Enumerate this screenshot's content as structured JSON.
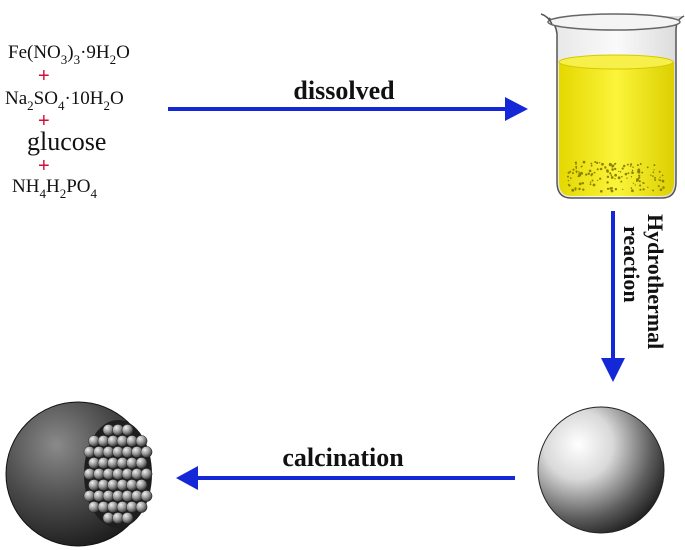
{
  "reagents": [
    {
      "parts": [
        [
          "Fe(NO",
          "n"
        ],
        [
          "3",
          "sub"
        ],
        [
          ")",
          "n"
        ],
        [
          "3",
          "sub"
        ],
        [
          "·9H",
          "n"
        ],
        [
          "2",
          "sub"
        ],
        [
          "O",
          "n"
        ]
      ]
    },
    {
      "parts": [
        [
          "Na",
          "n"
        ],
        [
          "2",
          "sub"
        ],
        [
          "SO",
          "n"
        ],
        [
          "4",
          "sub"
        ],
        [
          "·10H",
          "n"
        ],
        [
          "2",
          "sub"
        ],
        [
          "O",
          "n"
        ]
      ]
    },
    {
      "parts": [
        [
          "glucose",
          "n"
        ]
      ]
    },
    {
      "parts": [
        [
          "NH",
          "n"
        ],
        [
          "4",
          "sub"
        ],
        [
          "H",
          "n"
        ],
        [
          "2",
          "sub"
        ],
        [
          "PO",
          "n"
        ],
        [
          "4",
          "sub"
        ]
      ]
    }
  ],
  "plus_sign": "+",
  "steps": {
    "dissolve": "dissolved",
    "hydrothermal_line1": "Hydrothermal",
    "hydrothermal_line2": "reaction",
    "calcination": "calcination"
  },
  "colors": {
    "arrow": "#1428d8",
    "plus": "#d0103a",
    "solution": "#f2ea14"
  },
  "icons": [
    "beaker-icon",
    "smooth-sphere-icon",
    "porous-sphere-icon"
  ]
}
